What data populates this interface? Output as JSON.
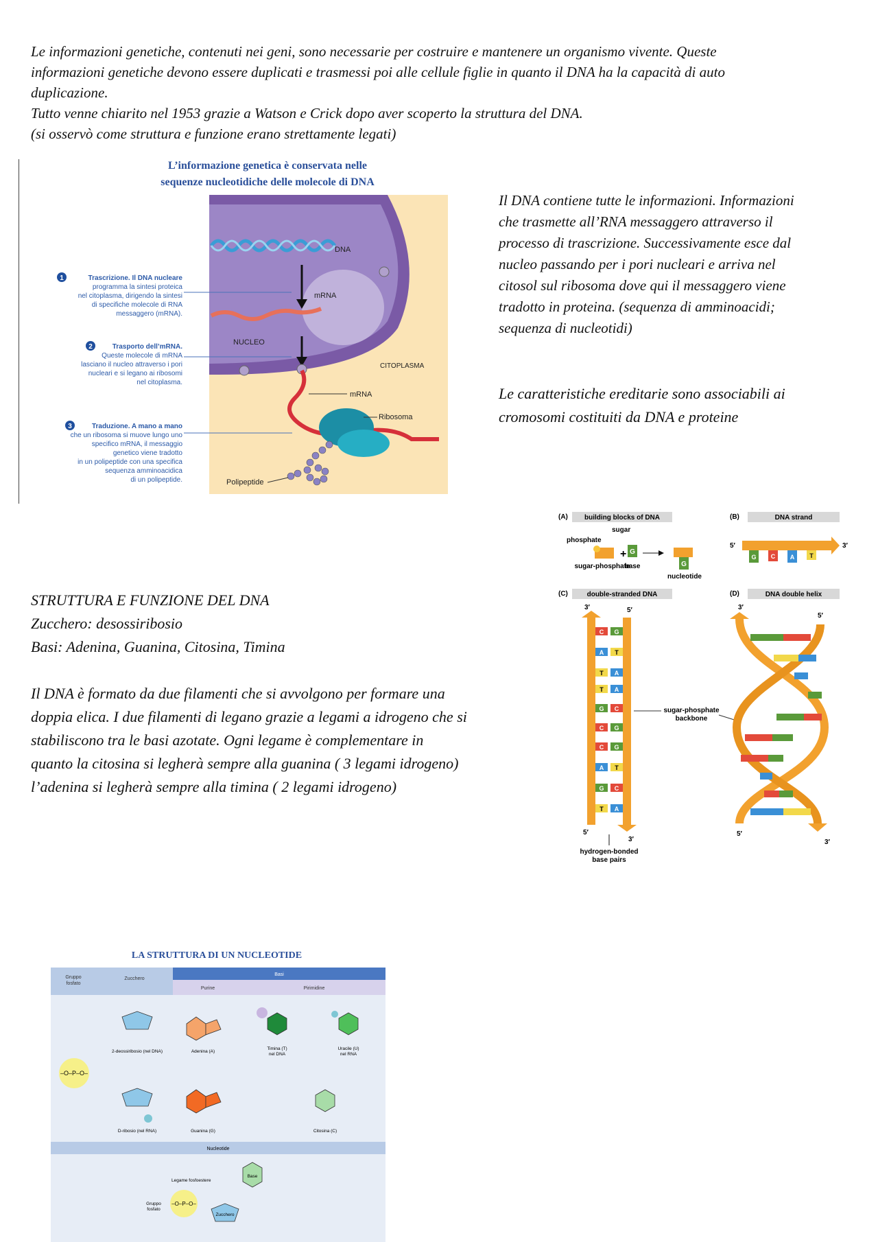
{
  "intro": [
    "Le informazioni genetiche, contenuti nei geni, sono necessarie per costruire e mantenere un organismo vivente. Queste",
    "informazioni genetiche devono essere duplicati e trasmessi poi alle cellule figlie in quanto il DNA ha la capacità di auto",
    "duplicazione.",
    "Tutto venne chiarito nel 1953 grazie a Watson e Crick dopo aver scoperto la struttura del DNA.",
    "(si osservò come struttura e funzione erano strettamente legati)"
  ],
  "fig1": {
    "title1": "L’informazione genetica è conservata nelle",
    "title2": "sequenze nucleotidiche delle molecole di DNA",
    "dna": "DNA",
    "mrna": "mRNA",
    "nucleo": "NUCLEO",
    "citoplasma": "CITOPLASMA",
    "mrna2": "mRNA",
    "ribosoma": "Ribosoma",
    "polipeptide": "Polipeptide",
    "step1": [
      "Trascrizione. Il DNA nucleare",
      "programma la sintesi proteica",
      "nel citoplasma, dirigendo la sintesi",
      "di specifiche molecole di RNA",
      "messaggero (mRNA)."
    ],
    "step2": [
      "Trasporto dell’mRNA.",
      "Queste molecole di mRNA",
      "lasciano il nucleo attraverso i pori",
      "nucleari e si legano ai ribosomi",
      "nel citoplasma."
    ],
    "step3": [
      "Traduzione. A mano a mano",
      "che un ribosoma si muove lungo uno",
      "specifico mRNA, il messaggio",
      "genetico viene tradotto",
      "in un polipeptide con una specifica",
      "sequenza amminoacidica",
      "di un polipeptide."
    ],
    "num1": "1",
    "num2": "2",
    "num3": "3"
  },
  "right1": [
    "Il  DNA contiene tutte le informazioni. Informazioni",
    "che trasmette all’RNA messaggero attraverso il",
    "processo di trascrizione. Successivamente esce dal",
    "nucleo passando per i pori nucleari e arriva nel",
    "citosol sul ribosoma dove qui il messaggero viene",
    "tradotto in proteina. (sequenza di amminoacidi;",
    "sequenza di nucleotidi)"
  ],
  "right2": [
    "Le caratteristiche ereditarie sono associabili ai",
    "cromosomi costituiti da DNA e proteine"
  ],
  "fig2": {
    "a_tag": "(A)",
    "a_title": "building blocks of DNA",
    "b_tag": "(B)",
    "b_title": "DNA strand",
    "c_tag": "(C)",
    "c_title": "double-stranded DNA",
    "d_tag": "(D)",
    "d_title": "DNA double helix",
    "sugar": "sugar",
    "phosphate": "phosphate",
    "sugar_phosphate": "sugar-phosphate",
    "base": "base",
    "nucleotide": "nucleotide",
    "backbone1": "sugar-phosphate",
    "backbone2": "backbone",
    "hb1": "hydrogen-bonded",
    "hb2": "base pairs",
    "five": "5′",
    "three": "3′"
  },
  "struct": [
    "STRUTTURA E FUNZIONE DEL DNA",
    "Zucchero: desossiribosio",
    "Basi: Adenina, Guanina, Citosina, Timina",
    "",
    "Il DNA è formato da due filamenti che si avvolgono per formare una",
    "doppia elica. I due filamenti di legano grazie a legami a idrogeno che si",
    "stabiliscono tra le basi azotate. Ogni legame è complementare in",
    "quanto la citosina si legherà sempre alla guanina ( 3 legami idrogeno)",
    "l’adenina si legherà sempre alla timina ( 2 legami idrogeno)"
  ],
  "fig3": {
    "title": "LA STRUTTURA DI UN NUCLEOTIDE",
    "h_gruppo1": "Gruppo",
    "h_gruppo2": "fosfato",
    "h_zucchero": "Zucchero",
    "h_basi": "Basi",
    "h_purine": "Purine",
    "h_pirimidine": "Pirimidine",
    "deossiribosio": "2-deossiribosio (nel DNA)",
    "ribosio": "D-ribosio (nel RNA)",
    "adenina": "Adenina (A)",
    "guanina": "Guanina (G)",
    "timina1": "Timina (T)",
    "timina2": "nel DNA",
    "uracile1": "Uracile (U)",
    "uracile2": "nel RNA",
    "citosina": "Citosina (C)",
    "nucleotide": "Nucleotide",
    "legame": "Legame fosfoestere",
    "gruppo_f1": "Gruppo",
    "gruppo_f2": "fosfato",
    "base_lbl": "Base",
    "zucchero_lbl": "Zucchero"
  }
}
